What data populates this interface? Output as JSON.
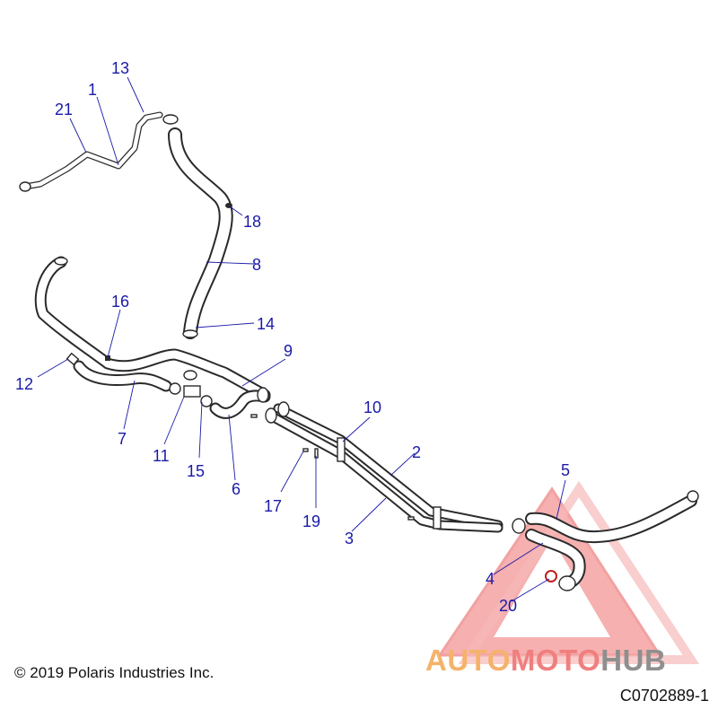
{
  "callouts": [
    {
      "num": "1"
    },
    {
      "num": "2"
    },
    {
      "num": "3"
    },
    {
      "num": "4"
    },
    {
      "num": "5"
    },
    {
      "num": "6"
    },
    {
      "num": "7"
    },
    {
      "num": "8"
    },
    {
      "num": "9"
    },
    {
      "num": "10"
    },
    {
      "num": "11"
    },
    {
      "num": "12"
    },
    {
      "num": "13"
    },
    {
      "num": "14"
    },
    {
      "num": "15"
    },
    {
      "num": "16"
    },
    {
      "num": "17"
    },
    {
      "num": "18"
    },
    {
      "num": "19"
    },
    {
      "num": "20"
    },
    {
      "num": "21"
    }
  ],
  "copyright": "© 2019 Polaris Industries Inc.",
  "document_number": "C0702889-1",
  "watermark": {
    "part1": "AUTO",
    "part2": "MOTO",
    "part3": "HUB",
    "colors": {
      "part1": "#f5b26b",
      "part2": "#f07f7f",
      "part3": "#8f8f8f",
      "triangle": "#ee4a4a"
    }
  },
  "callout_color": "#1a1aa8"
}
